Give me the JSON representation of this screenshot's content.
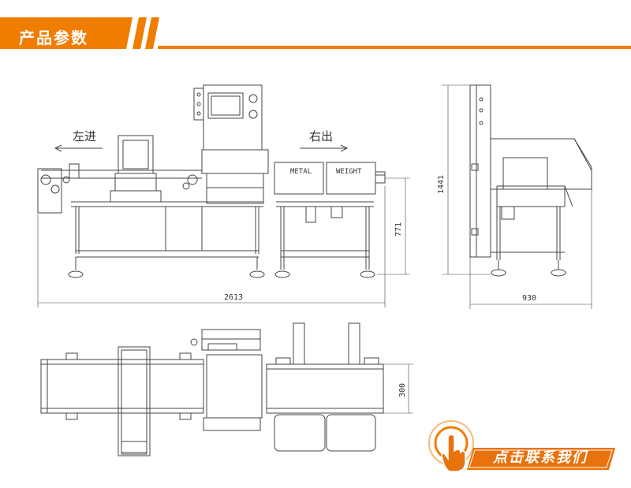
{
  "header": {
    "title": "产品参数"
  },
  "front_view": {
    "label_in": "左进",
    "label_out": "右出",
    "box_metal": "METAL",
    "box_weight": "WEIGHT",
    "dim_total_width": "2613",
    "dim_conveyor_height": "771"
  },
  "side_view": {
    "dim_total_height": "1441",
    "dim_depth": "930"
  },
  "top_view": {
    "dim_belt_width": "300"
  },
  "cta": {
    "label": "点击联系我们"
  },
  "colors": {
    "accent": "#f07c00",
    "line": "#444444",
    "cta_bg": "#e8720c"
  }
}
